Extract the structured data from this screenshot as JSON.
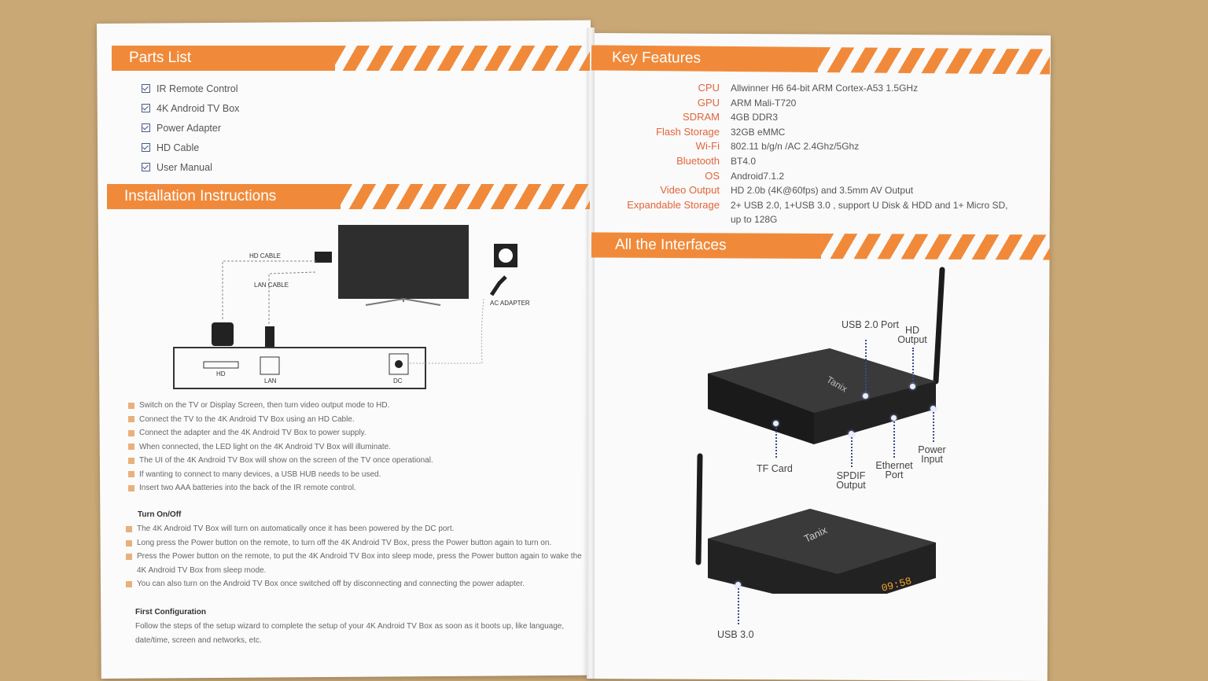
{
  "parts_list": {
    "title": "Parts List",
    "items": [
      "IR Remote Control",
      "4K Android TV Box",
      "Power Adapter",
      "HD Cable",
      "User Manual"
    ]
  },
  "installation": {
    "title": "Installation Instructions",
    "diagram": {
      "hd_cable": "HD CABLE",
      "lan_cable": "LAN CABLE",
      "ac_adapter": "AC ADAPTER",
      "port_hd": "HD",
      "port_lan": "LAN",
      "port_dc": "DC"
    },
    "steps": [
      "Switch on the TV or Display Screen, then turn video output mode to HD.",
      "Connect the TV to the 4K Android TV Box using an HD Cable.",
      "Connect the adapter and the 4K Android TV Box to power supply.",
      "When connected, the LED light on the 4K Android TV Box will illuminate.",
      "The UI of the 4K Android TV Box will show on the screen of the TV once operational.",
      "If wanting to connect to many devices, a USB HUB needs to be used.",
      "Insert two AAA batteries into the back of the IR remote control."
    ]
  },
  "turn_on_off": {
    "title": "Turn On/Off",
    "items": [
      "The 4K Android TV Box will turn on automatically once it has been powered by the DC port.",
      "Long press the Power button on the remote, to turn off the 4K Android TV Box, press the Power button again to turn on.",
      "Press the Power button on the remote, to put the 4K Android TV Box into sleep mode, press the Power button again to wake the 4K Android TV Box from sleep mode.",
      "You can also turn on the Android TV Box once switched off by disconnecting and connecting the power adapter."
    ]
  },
  "first_configuration": {
    "title": "First Configuration",
    "text": "Follow the steps of the setup wizard to complete the setup of your 4K Android TV Box as soon as it boots up, like language, date/time, screen and networks, etc."
  },
  "key_features": {
    "title": "Key Features",
    "specs": [
      {
        "label": "CPU",
        "value": "Allwinner H6 64-bit ARM Cortex-A53 1.5GHz"
      },
      {
        "label": "GPU",
        "value": "ARM Mali-T720"
      },
      {
        "label": "SDRAM",
        "value": "4GB DDR3"
      },
      {
        "label": "Flash Storage",
        "value": "32GB eMMC"
      },
      {
        "label": "Wi-Fi",
        "value": "802.11 b/g/n /AC 2.4Ghz/5Ghz"
      },
      {
        "label": "Bluetooth",
        "value": "BT4.0"
      },
      {
        "label": "OS",
        "value": "Android7.1.2"
      },
      {
        "label": "Video Output",
        "value": "HD 2.0b (4K@60fps) and 3.5mm AV Output"
      },
      {
        "label": "Expandable Storage",
        "value": "2+ USB 2.0, 1+USB 3.0 , support U Disk & HDD and 1+ Micro SD, up to 128G"
      }
    ]
  },
  "interfaces": {
    "title": "All the Interfaces",
    "callouts": {
      "usb2": "USB 2.0 Port",
      "hd_output": "HD Output",
      "tf_card": "TF Card",
      "spdif": "SPDIF Output",
      "ethernet": "Ethernet Port",
      "power": "Power Input",
      "usb3": "USB 3.0"
    },
    "brand": "Tanix",
    "display": "09:58"
  },
  "colors": {
    "accent": "#f08a3a",
    "label": "#e2643a",
    "callout_line": "#3b4a8c"
  }
}
